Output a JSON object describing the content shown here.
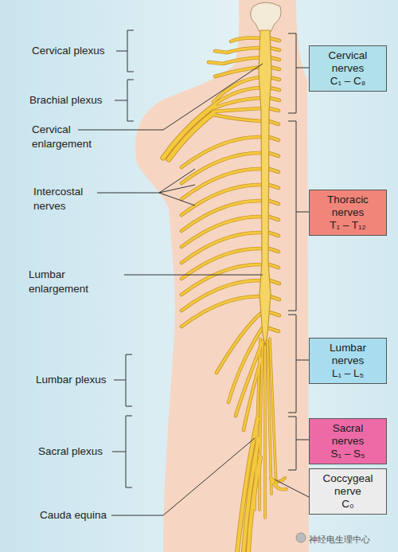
{
  "diagram": {
    "nodes": [
      {
        "text": [
          "Cervical nerves",
          "C₁ – C₈"
        ]
      },
      {
        "text": [
          "Thoracic nerves",
          "T₁ – T₁₂"
        ]
      },
      {
        "text": [
          "Lumbar nerves",
          "L₁ – L₅"
        ]
      },
      {
        "text": [
          "Sacral nerves",
          "S₁ – S₅"
        ]
      },
      {
        "text": [
          "Coccygeal nerve",
          "C₀"
        ]
      }
    ],
    "labels": [
      "Cervical plexus",
      "Brachial plexus",
      "Cervical enlargement",
      "Intercostal nerves",
      "Lumbar enlargement",
      "Lumbar plexus",
      "Sacral plexus",
      "Cauda equina",
      "神经电生理中心"
    ]
  }
}
